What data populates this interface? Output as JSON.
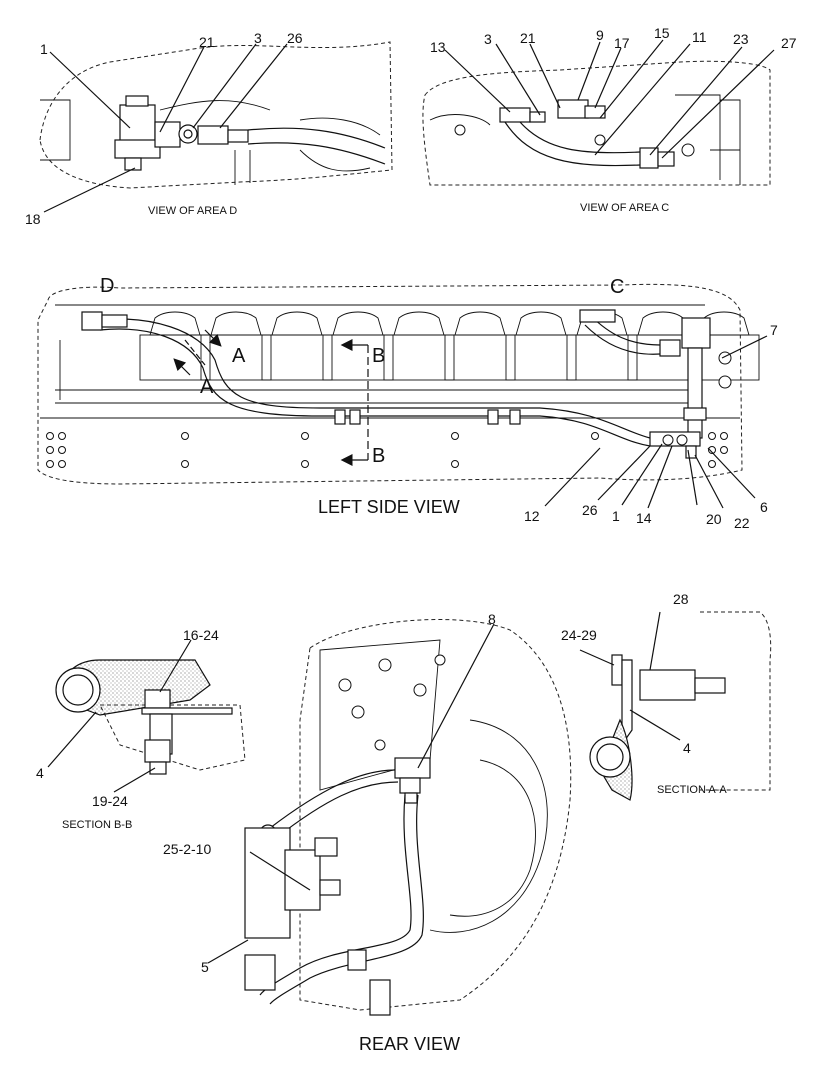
{
  "views": {
    "area_d": {
      "caption": "VIEW OF AREA D",
      "callouts": [
        "1",
        "21",
        "3",
        "26",
        "18"
      ]
    },
    "area_c": {
      "caption": "VIEW OF AREA C",
      "callouts": [
        "13",
        "3",
        "21",
        "9",
        "17",
        "15",
        "11",
        "23",
        "27"
      ]
    },
    "left_side": {
      "caption": "LEFT SIDE VIEW",
      "area_letters": [
        "D",
        "C"
      ],
      "section_letters": [
        "A",
        "A",
        "B",
        "B"
      ],
      "callouts": [
        "7",
        "12",
        "26",
        "1",
        "14",
        "20",
        "22",
        "6"
      ]
    },
    "section_bb": {
      "caption": "SECTION B-B",
      "callouts": [
        "16-24",
        "4",
        "19-24"
      ]
    },
    "section_aa": {
      "caption": "SECTION A-A",
      "callouts": [
        "28",
        "24-29",
        "4"
      ]
    },
    "rear": {
      "caption": "REAR VIEW",
      "callouts": [
        "8",
        "25-2-10",
        "5"
      ]
    }
  }
}
